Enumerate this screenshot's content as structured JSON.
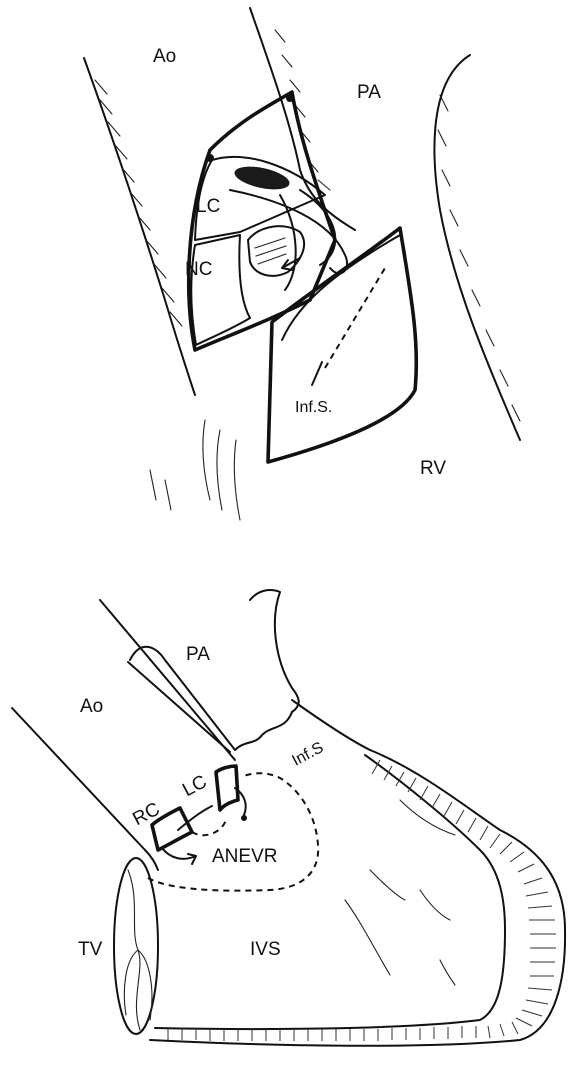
{
  "top_diagram": {
    "labels": {
      "ao": "Ao",
      "pa": "PA",
      "lc": "LC",
      "nc": "NC",
      "inf_s": "Inf.S.",
      "rv": "RV"
    }
  },
  "bottom_diagram": {
    "labels": {
      "ao": "Ao",
      "pa": "PA",
      "rc": "RC",
      "lc": "LC",
      "inf_s": "Inf.S",
      "anevr": "ANEVR",
      "tv": "TV",
      "ivs": "IVS"
    }
  }
}
